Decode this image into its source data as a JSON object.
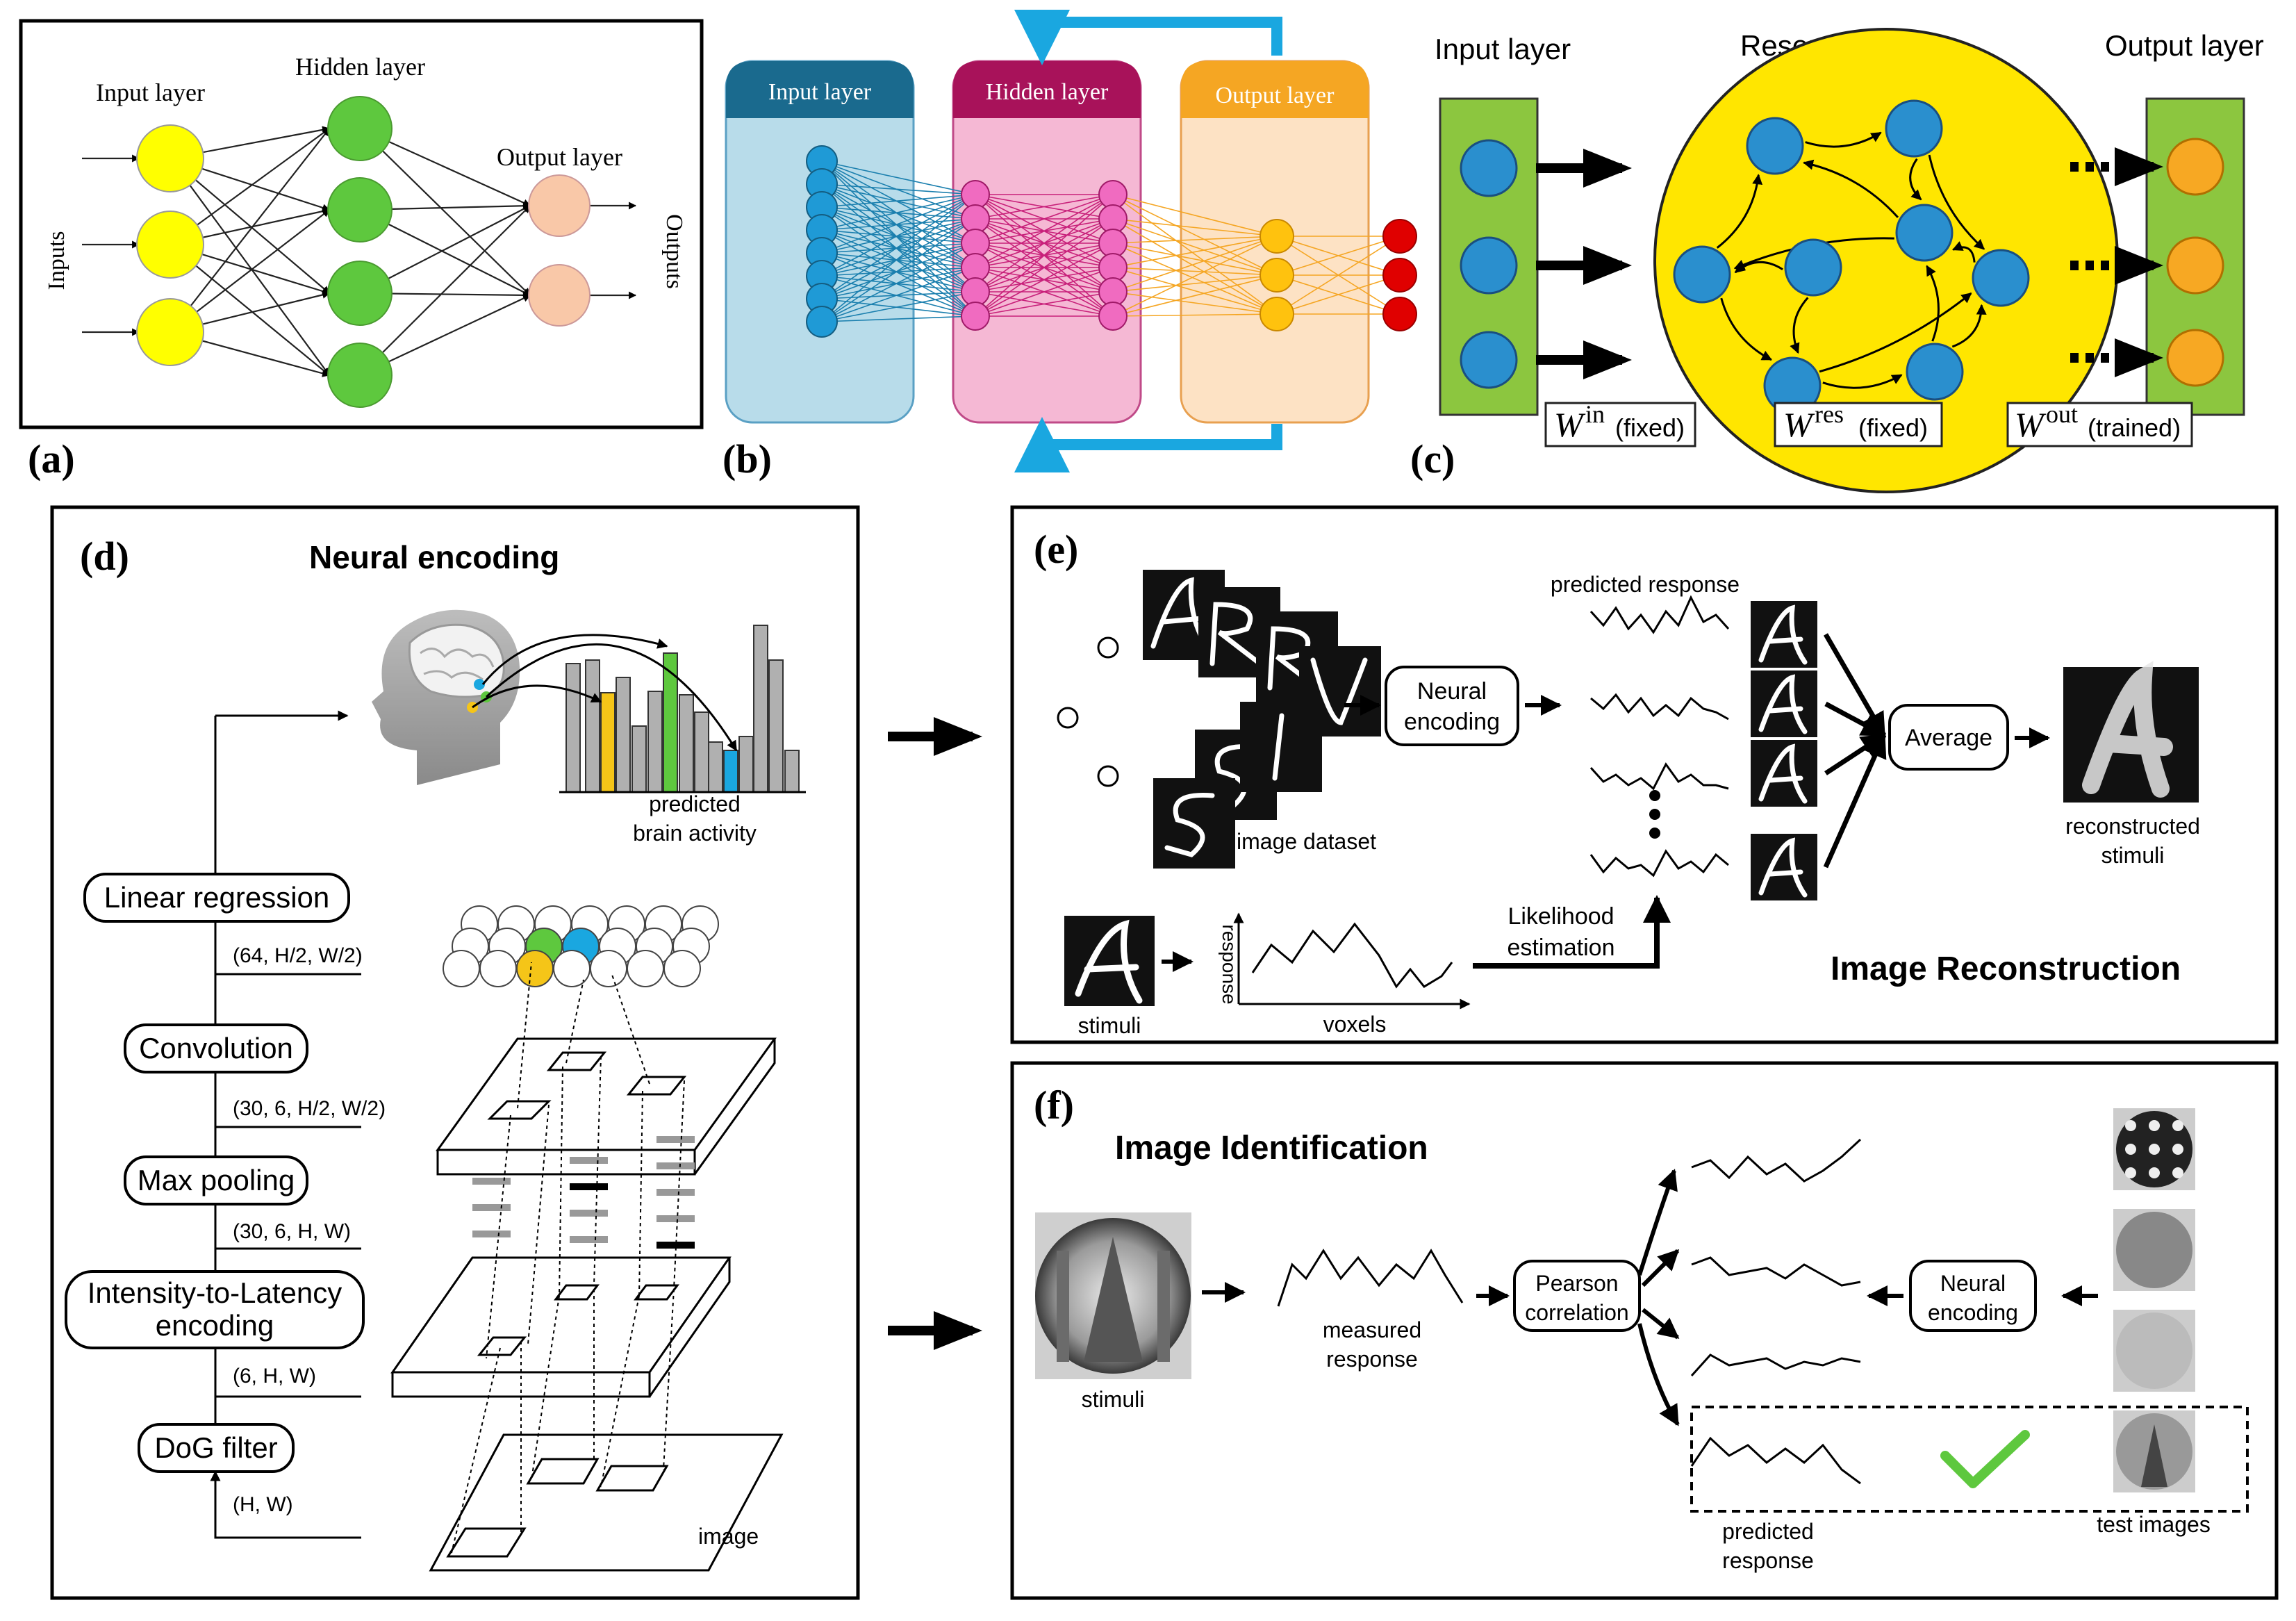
{
  "panel_a": {
    "label": "(a)",
    "input_layer": "Input layer",
    "hidden_layer": "Hidden layer",
    "output_layer": "Output layer",
    "inputs": "Inputs",
    "outputs": "Outputs"
  },
  "panel_b": {
    "label": "(b)",
    "input_layer": "Input layer",
    "hidden_layer": "Hidden layer",
    "output_layer": "Output layer"
  },
  "panel_c": {
    "label": "(c)",
    "input_layer": "Input layer",
    "reservoir_layer": "Reservoir layer",
    "output_layer": "Output layer",
    "w_in": "W",
    "w_in_sup": "in",
    "w_in_note": "(fixed)",
    "w_res": "W",
    "w_res_sup": "res",
    "w_res_note": "(fixed)",
    "w_out": "W",
    "w_out_sup": "out",
    "w_out_note": "(trained)"
  },
  "panel_d": {
    "label": "(d)",
    "title": "Neural encoding",
    "predicted_1": "predicted",
    "predicted_2": "brain activity",
    "linear_regression": "Linear regression",
    "convolution": "Convolution",
    "max_pooling": "Max pooling",
    "intensity_1": "Intensity-to-Latency",
    "intensity_2": "encoding",
    "dog_filter": "DoG filter",
    "shape_1": "(64, H/2, W/2)",
    "shape_2": "(30, 6, H/2, W/2)",
    "shape_3": "(30, 6, H, W)",
    "shape_4": "(6, H, W)",
    "shape_5": "(H, W)",
    "image": "image"
  },
  "panel_e": {
    "label": "(e)",
    "predicted_response": "predicted response",
    "neural_1": "Neural",
    "neural_2": "encoding",
    "image_dataset": "image dataset",
    "average": "Average",
    "reconstructed_1": "reconstructed",
    "reconstructed_2": "stimuli",
    "likelihood_1": "Likelihood",
    "likelihood_2": "estimation",
    "stimuli": "stimuli",
    "response": "response",
    "voxels": "voxels",
    "title": "Image Reconstruction"
  },
  "panel_f": {
    "label": "(f)",
    "title": "Image Identification",
    "stimuli": "stimuli",
    "measured_1": "measured",
    "measured_2": "response",
    "pearson_1": "Pearson",
    "pearson_2": "correlation",
    "neural_1": "Neural",
    "neural_2": "encoding",
    "predicted_1": "predicted",
    "predicted_2": "response",
    "test_images": "test images"
  },
  "colors": {
    "yellow": "#ffff00",
    "green": "#5ec83e",
    "peach": "#f9c8a8",
    "input_blue": "#1a6a8e",
    "hidden_magenta": "#a8125a",
    "output_orange": "#f5a623",
    "cyan_arrow": "#1aa7e0",
    "reservoir_yellow": "#ffe600",
    "layer_green": "#8cc63f",
    "node_blue": "#2a8fce",
    "node_orange": "#f7a823",
    "red": "#e00000"
  }
}
